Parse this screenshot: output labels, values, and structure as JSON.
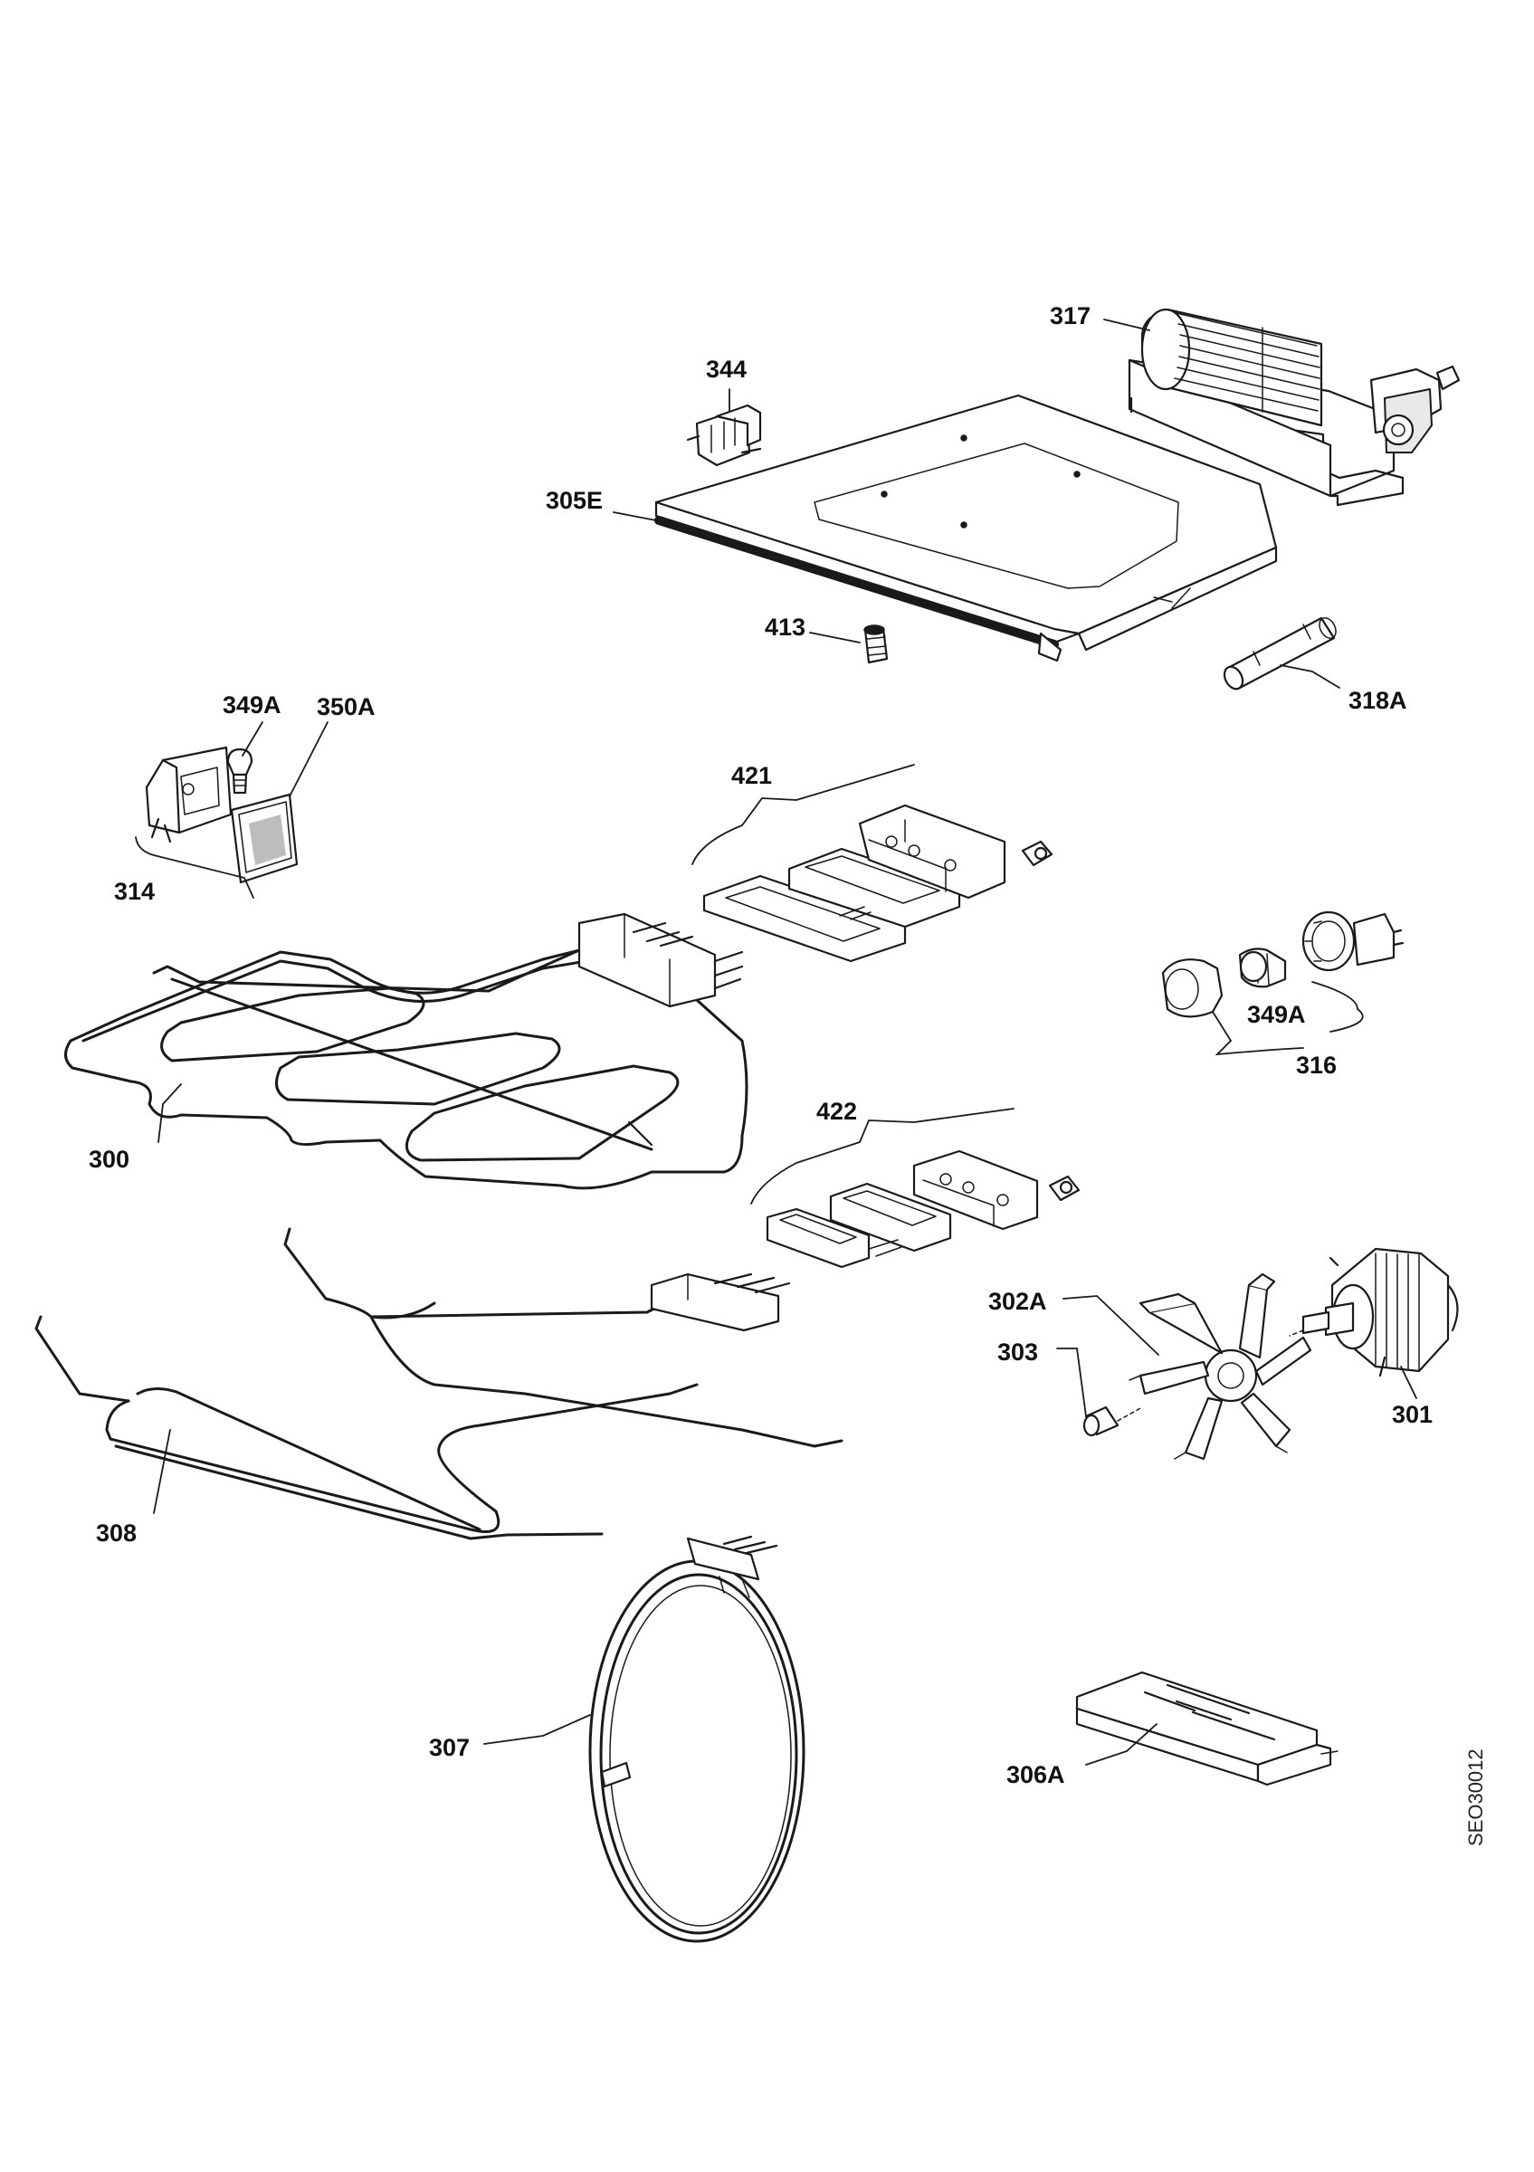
{
  "diagram": {
    "reference_code": "SEO30012",
    "labels": {
      "p317": "317",
      "p344": "344",
      "p305E": "305E",
      "p413": "413",
      "p318A": "318A",
      "p349A_top": "349A",
      "p350A": "350A",
      "p314": "314",
      "p421": "421",
      "p349A_right": "349A",
      "p316": "316",
      "p300": "300",
      "p422": "422",
      "p302A": "302A",
      "p303": "303",
      "p301": "301",
      "p308": "308",
      "p307": "307",
      "p306A": "306A"
    }
  }
}
